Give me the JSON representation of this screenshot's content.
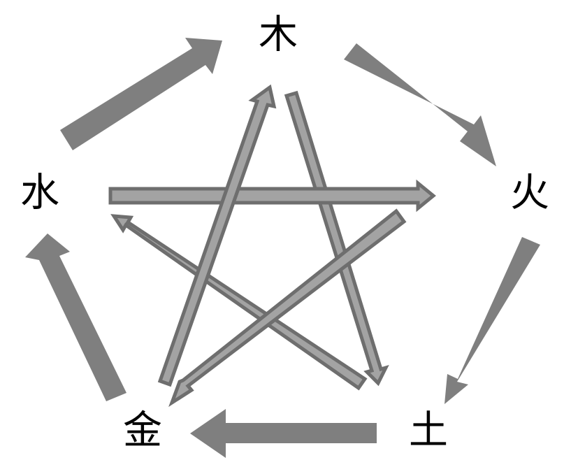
{
  "elements": [
    {
      "id": "wood",
      "label": "木"
    },
    {
      "id": "fire",
      "label": "火"
    },
    {
      "id": "earth",
      "label": "土"
    },
    {
      "id": "metal",
      "label": "金"
    },
    {
      "id": "water",
      "label": "水"
    }
  ],
  "generating_cycle": [
    {
      "from": "water",
      "to": "wood"
    },
    {
      "from": "wood",
      "to": "fire"
    },
    {
      "from": "fire",
      "to": "earth"
    },
    {
      "from": "earth",
      "to": "metal"
    },
    {
      "from": "metal",
      "to": "water"
    }
  ],
  "overcoming_cycle": [
    {
      "from": "wood",
      "to": "earth"
    },
    {
      "from": "earth",
      "to": "water"
    },
    {
      "from": "water",
      "to": "fire"
    },
    {
      "from": "fire",
      "to": "metal"
    },
    {
      "from": "metal",
      "to": "wood"
    }
  ],
  "colors": {
    "outer_arrow": "#7f7f7f",
    "inner_arrow_border": "#6e6e6e",
    "inner_arrow_fill": "#a3a3a3",
    "label": "#000000"
  }
}
